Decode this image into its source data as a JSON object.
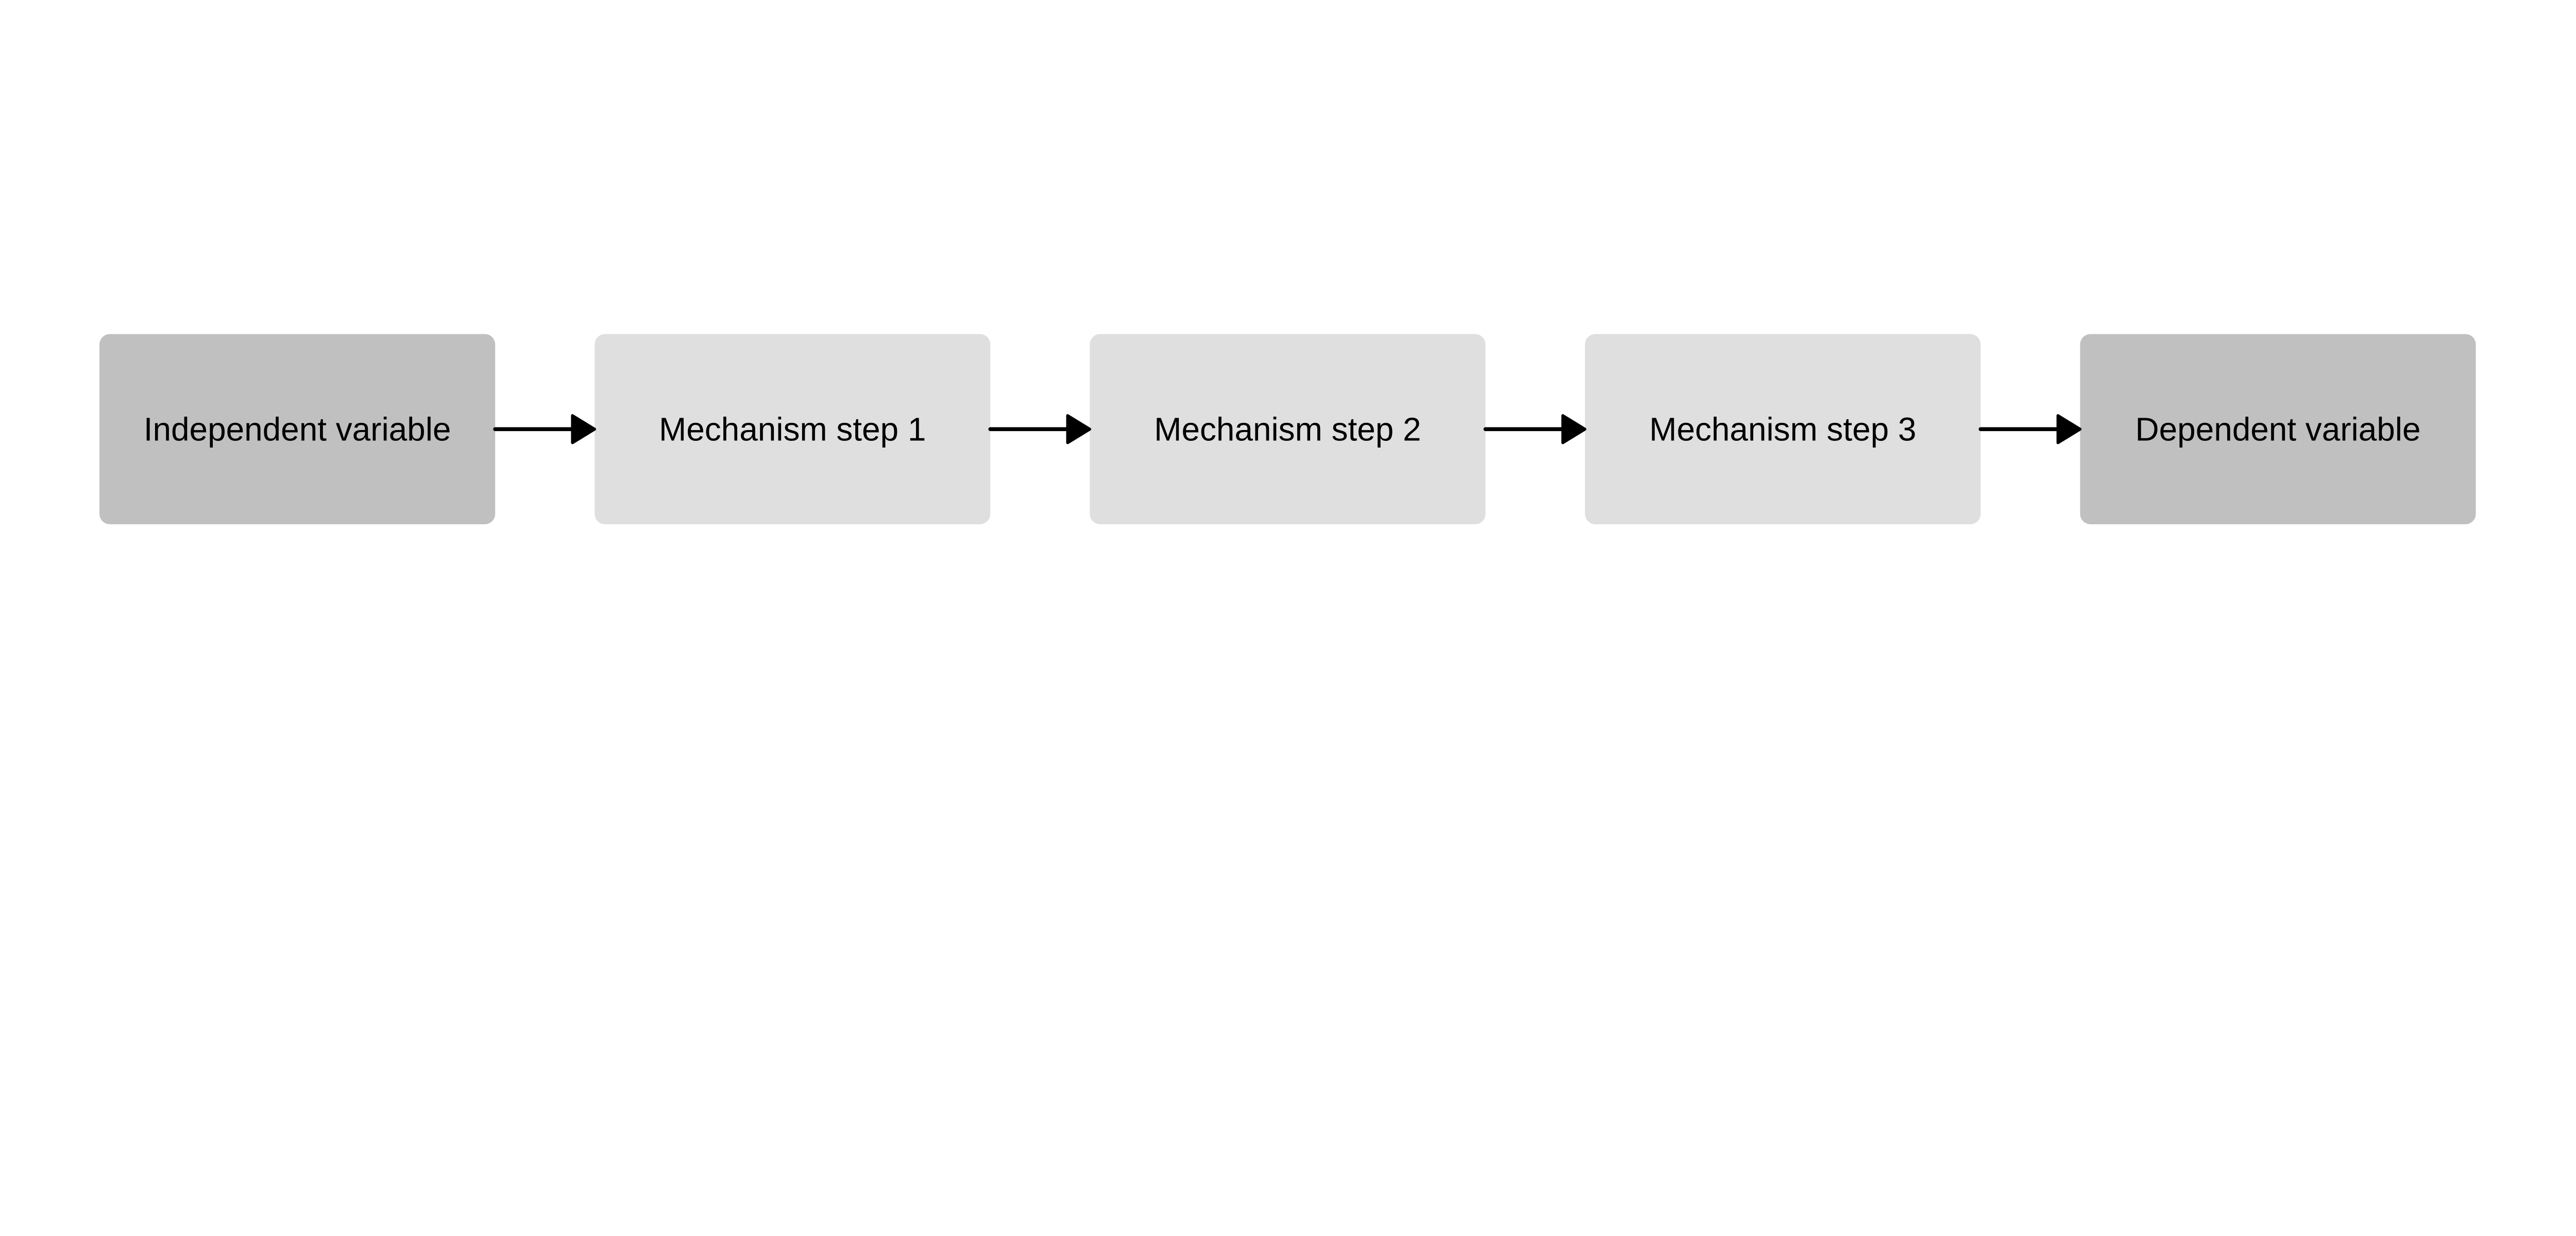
{
  "diagram": {
    "type": "flowchart",
    "direction": "left-to-right",
    "nodes": [
      {
        "id": "iv",
        "label": "Independent variable",
        "role": "endpoint",
        "color": "#c0c0c0"
      },
      {
        "id": "m1",
        "label": "Mechanism step 1",
        "role": "mechanism",
        "color": "#dfdfdf"
      },
      {
        "id": "m2",
        "label": "Mechanism step 2",
        "role": "mechanism",
        "color": "#dfdfdf"
      },
      {
        "id": "m3",
        "label": "Mechanism step 3",
        "role": "mechanism",
        "color": "#dfdfdf"
      },
      {
        "id": "dv",
        "label": "Dependent variable",
        "role": "endpoint",
        "color": "#c0c0c0"
      }
    ],
    "edges": [
      {
        "from": "iv",
        "to": "m1"
      },
      {
        "from": "m1",
        "to": "m2"
      },
      {
        "from": "m2",
        "to": "m3"
      },
      {
        "from": "m3",
        "to": "dv"
      }
    ],
    "arrow_color": "#000000",
    "background": "#ffffff"
  }
}
